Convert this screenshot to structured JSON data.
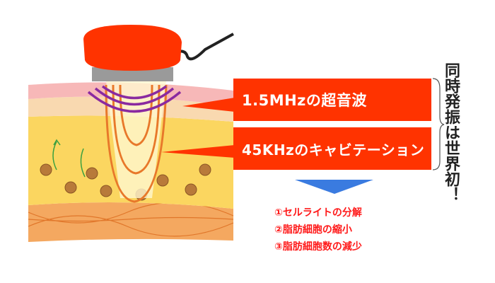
{
  "labels": {
    "ultrasound": "1.5MHzの超音波",
    "cavitation": "45KHzのキャビテーション",
    "simultaneous": "同時発振は世界初！"
  },
  "effects": [
    "①セルライトの分解",
    "②脂肪細胞の縮小",
    "③脂肪細胞数の減少"
  ],
  "colors": {
    "box": "#ff3300",
    "arrow": "#3a7be0",
    "effect_text": "#ff1a1a",
    "probe": "#ff3300"
  }
}
